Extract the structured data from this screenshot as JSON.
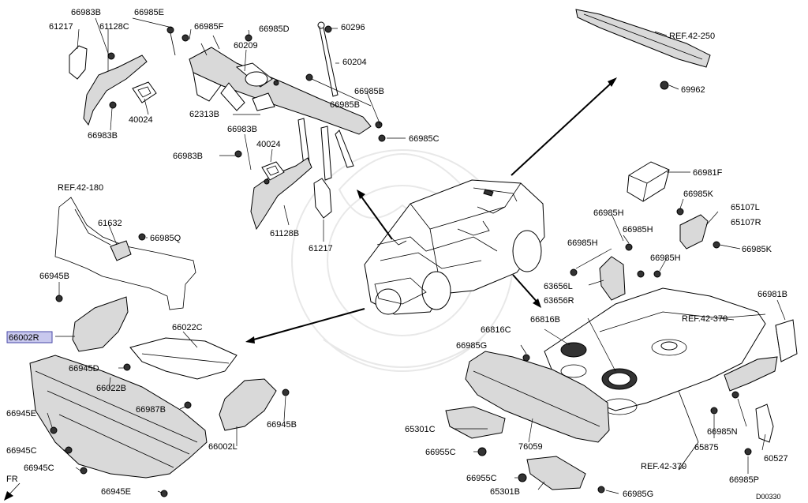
{
  "diagram": {
    "code": "D00330",
    "direction_label": "FR",
    "highlighted_part": "66002R",
    "callouts": [
      {
        "id": "c1",
        "text": "66983B"
      },
      {
        "id": "c2",
        "text": "66985E"
      },
      {
        "id": "c3",
        "text": "61217"
      },
      {
        "id": "c4",
        "text": "61128C"
      },
      {
        "id": "c5",
        "text": "66985F"
      },
      {
        "id": "c6",
        "text": "66985D"
      },
      {
        "id": "c7",
        "text": "60296"
      },
      {
        "id": "c8",
        "text": "60209"
      },
      {
        "id": "c9",
        "text": "60204"
      },
      {
        "id": "c10",
        "text": "66985B"
      },
      {
        "id": "c11",
        "text": "66985B"
      },
      {
        "id": "c12",
        "text": "40024"
      },
      {
        "id": "c13",
        "text": "66983B"
      },
      {
        "id": "c14",
        "text": "62313B"
      },
      {
        "id": "c15",
        "text": "66983B"
      },
      {
        "id": "c16",
        "text": "40024"
      },
      {
        "id": "c17",
        "text": "66985C"
      },
      {
        "id": "c18",
        "text": "66983B"
      },
      {
        "id": "c19",
        "text": "61128B"
      },
      {
        "id": "c20",
        "text": "61217"
      },
      {
        "id": "c21",
        "text": "REF.42-250"
      },
      {
        "id": "c22",
        "text": "69962"
      },
      {
        "id": "c23",
        "text": "66981F"
      },
      {
        "id": "c24",
        "text": "66985K"
      },
      {
        "id": "c25",
        "text": "66985H"
      },
      {
        "id": "c26",
        "text": "65107L"
      },
      {
        "id": "c27",
        "text": "65107R"
      },
      {
        "id": "c28",
        "text": "66985H"
      },
      {
        "id": "c29",
        "text": "66985H"
      },
      {
        "id": "c30",
        "text": "66985K"
      },
      {
        "id": "c31",
        "text": "66985H"
      },
      {
        "id": "c32",
        "text": "63656L"
      },
      {
        "id": "c33",
        "text": "63656R"
      },
      {
        "id": "c34",
        "text": "66981B"
      },
      {
        "id": "c35",
        "text": "REF.42-370"
      },
      {
        "id": "c36",
        "text": "66816C"
      },
      {
        "id": "c37",
        "text": "66816B"
      },
      {
        "id": "c38",
        "text": "66985G"
      },
      {
        "id": "c39",
        "text": "66985N"
      },
      {
        "id": "c40",
        "text": "65875"
      },
      {
        "id": "c41",
        "text": "60527"
      },
      {
        "id": "c42",
        "text": "65301C"
      },
      {
        "id": "c43",
        "text": "76059"
      },
      {
        "id": "c44",
        "text": "66955C"
      },
      {
        "id": "c45",
        "text": "REF.42-370"
      },
      {
        "id": "c46",
        "text": "66985P"
      },
      {
        "id": "c47",
        "text": "66955C"
      },
      {
        "id": "c48",
        "text": "65301B"
      },
      {
        "id": "c49",
        "text": "66985G"
      },
      {
        "id": "c50",
        "text": "REF.42-180"
      },
      {
        "id": "c51",
        "text": "61632"
      },
      {
        "id": "c52",
        "text": "66985Q"
      },
      {
        "id": "c53",
        "text": "66945B"
      },
      {
        "id": "c54",
        "text": "66002R"
      },
      {
        "id": "c55",
        "text": "66022C"
      },
      {
        "id": "c56",
        "text": "66945D"
      },
      {
        "id": "c57",
        "text": "66022B"
      },
      {
        "id": "c58",
        "text": "66987B"
      },
      {
        "id": "c59",
        "text": "66945B"
      },
      {
        "id": "c60",
        "text": "66945E"
      },
      {
        "id": "c61",
        "text": "66002L"
      },
      {
        "id": "c62",
        "text": "66945C"
      },
      {
        "id": "c63",
        "text": "66945C"
      },
      {
        "id": "c64",
        "text": "66945E"
      }
    ]
  }
}
